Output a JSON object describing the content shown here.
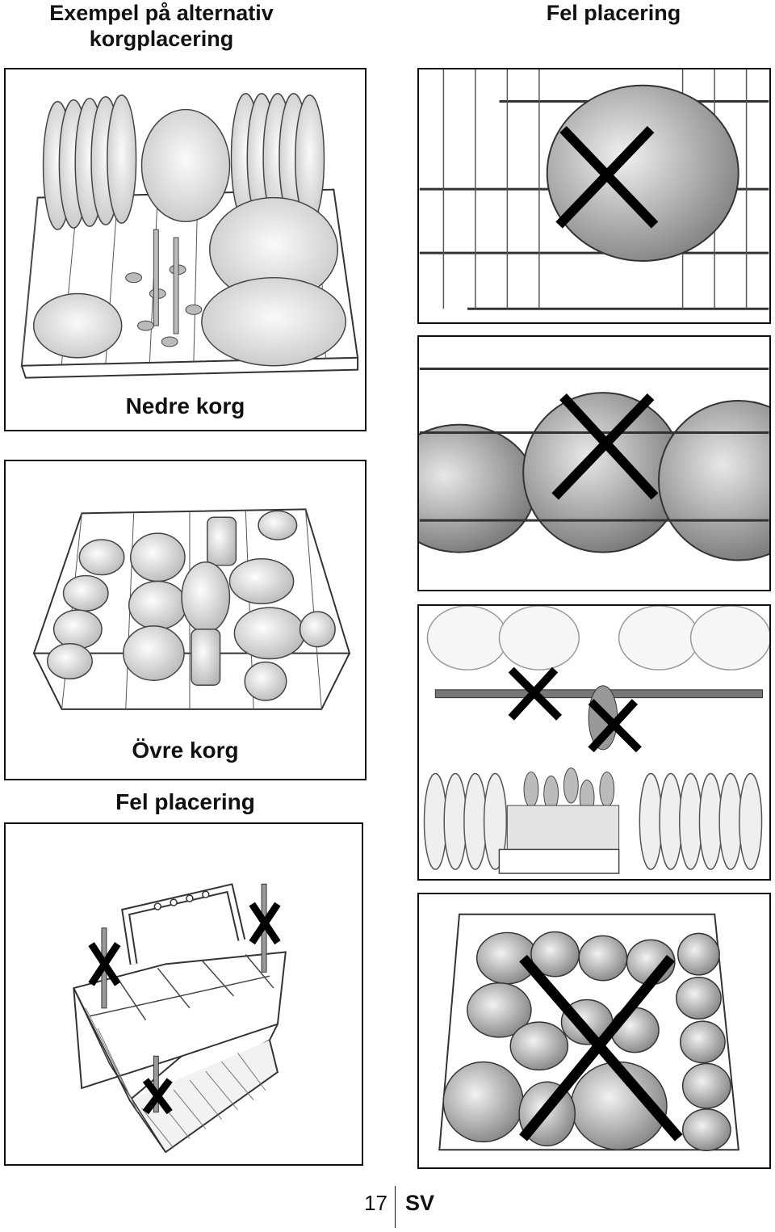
{
  "headings": {
    "example_title": "Exempel på alternativ korgplacering",
    "wrong_title": "Fel placering"
  },
  "labels": {
    "lower_basket": "Nedre korg",
    "upper_basket": "Övre korg",
    "wrong_placement": "Fel placering"
  },
  "footer": {
    "page_number": "17",
    "language": "SV"
  },
  "icons": {
    "wrong_marker": "x-mark-icon"
  }
}
